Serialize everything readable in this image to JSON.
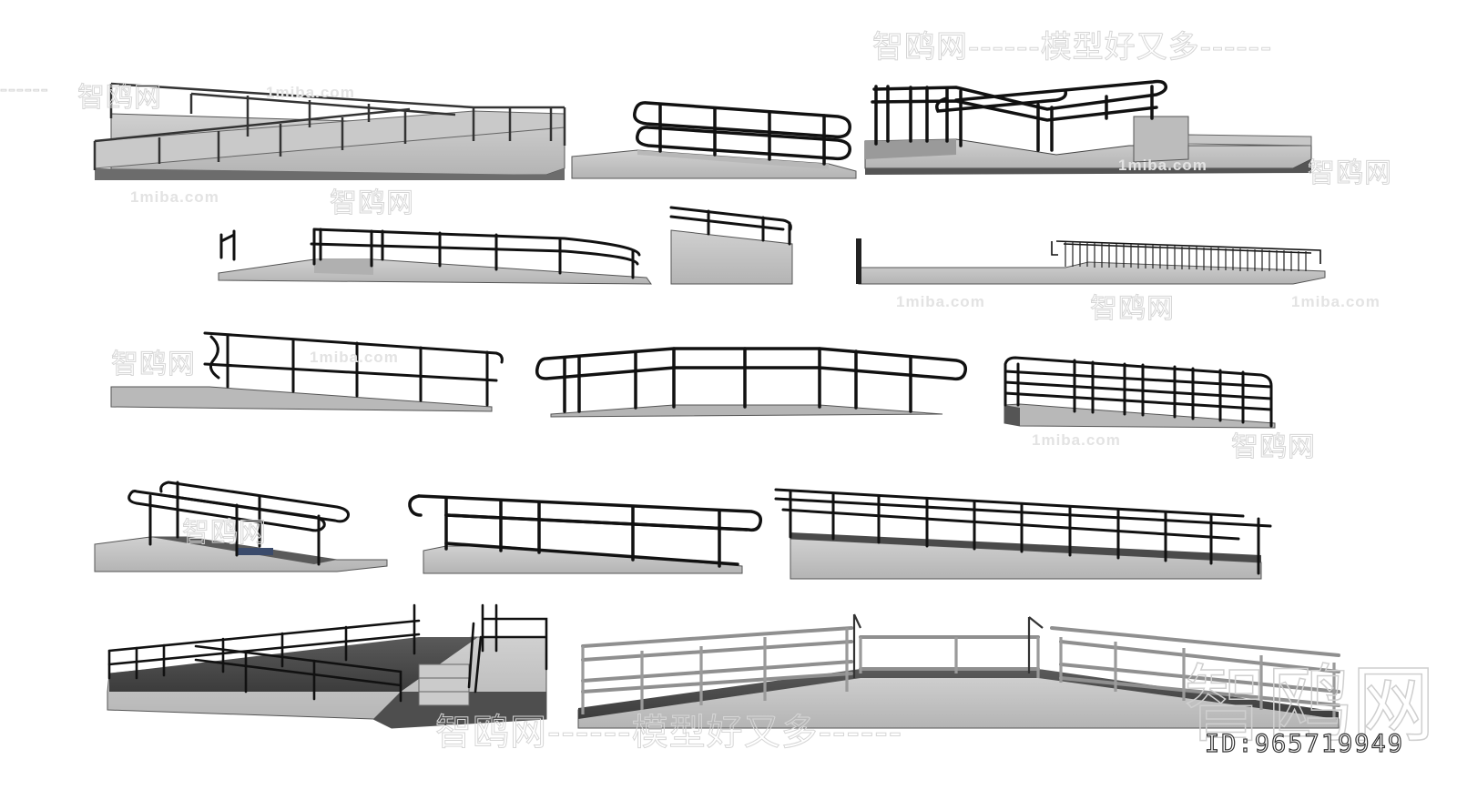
{
  "image": {
    "description": "Collection of wheelchair ramp 3D models with handrails",
    "background": "#ffffff",
    "colors": {
      "concrete": "#c4c4c4",
      "concrete_dark": "#8a8a8a",
      "deck_dark": "#4a4a4a",
      "rail_black": "#111111",
      "rail_steel": "#9a9a9a",
      "watermark": "#d6d6d6"
    }
  },
  "watermarks": {
    "brand_cn": "智鸥网",
    "slogan_line": "智鸥网------模型好又多------",
    "site": "1miba.com",
    "dashes": "------",
    "big_logo": "智鸥网"
  },
  "id_label": "ID:965719949",
  "models": [
    {
      "name": "ramp-1",
      "row": 1,
      "rail": "thin-frame"
    },
    {
      "name": "ramp-2",
      "row": 1,
      "rail": "black-tube-loop"
    },
    {
      "name": "ramp-3",
      "row": 1,
      "rail": "black-tube-switchback"
    },
    {
      "name": "ramp-4",
      "row": 2,
      "rail": "black-tube"
    },
    {
      "name": "ramp-5",
      "row": 2,
      "rail": "black-tube-wall"
    },
    {
      "name": "ramp-6",
      "row": 2,
      "rail": "balusters"
    },
    {
      "name": "ramp-7",
      "row": 3,
      "rail": "black-tube"
    },
    {
      "name": "ramp-8",
      "row": 3,
      "rail": "black-tube-loop"
    },
    {
      "name": "ramp-9",
      "row": 3,
      "rail": "multi-bar"
    },
    {
      "name": "ramp-10",
      "row": 4,
      "rail": "double-loop"
    },
    {
      "name": "ramp-11",
      "row": 4,
      "rail": "black-tube-loop"
    },
    {
      "name": "ramp-12",
      "row": 4,
      "rail": "long-double"
    },
    {
      "name": "ramp-13",
      "row": 5,
      "rail": "switchback-stairs"
    },
    {
      "name": "ramp-14",
      "row": 5,
      "rail": "steel-landing"
    }
  ]
}
